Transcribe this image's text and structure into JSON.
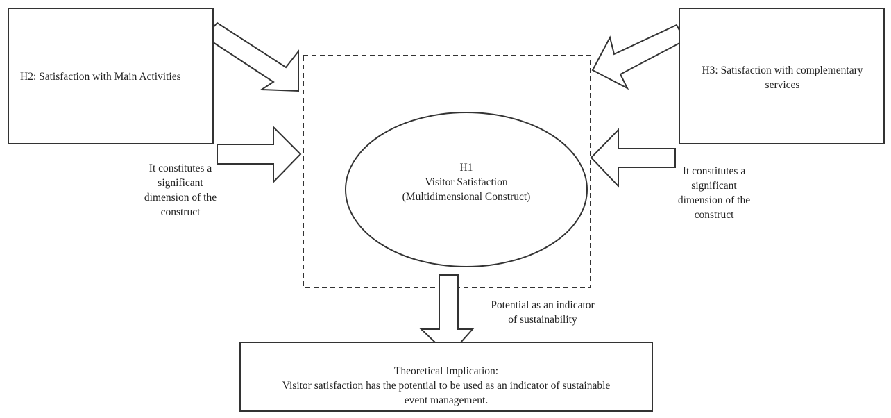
{
  "h2_box": {
    "label": "H2: Satisfaction with Main Activities"
  },
  "h3_box": {
    "label": "H3: Satisfaction with complementary services"
  },
  "h1_node": {
    "line1": "H1",
    "line2": "Visitor Satisfaction",
    "line3": "(Multidimensional Construct)"
  },
  "left_arrow_label": [
    "It constitutes a",
    "significant",
    "dimension of the",
    "construct"
  ],
  "right_arrow_label": [
    "It constitutes a",
    "significant",
    "dimension of the",
    "construct"
  ],
  "down_arrow_label": [
    "Potential as an indicator",
    "of sustainability"
  ],
  "implication_box": {
    "line1": "Theoretical Implication:",
    "line2": "Visitor satisfaction has the potential to be used as an indicator of sustainable",
    "line3": "event management."
  }
}
